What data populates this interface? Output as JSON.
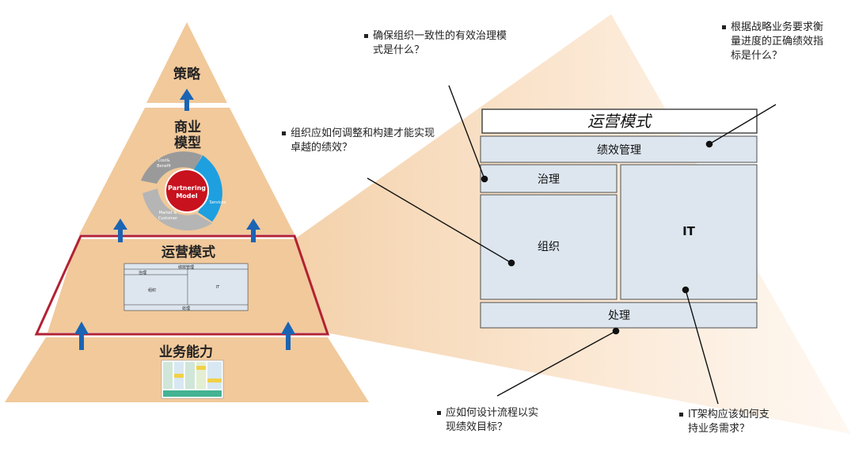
{
  "pyramid": {
    "strategy": "策略",
    "business_model_line1": "商业",
    "business_model_line2": "模型",
    "operating_model": "运营模式",
    "business_capability": "业务能力",
    "cycle": {
      "center": "Partnering Model",
      "center_line1": "Partnering",
      "center_line2": "Model",
      "seg_top": "Cost & Benefit",
      "seg_top_line1": "Cost&",
      "seg_top_line2": "Benefit",
      "seg_right": "Services",
      "seg_bottom": "Market & Customer",
      "seg_bottom_line1": "Market &",
      "seg_bottom_line2": "Customer"
    },
    "mini_model": {
      "perf": "绩效管理",
      "gov": "治理",
      "org": "组织",
      "it": "IT",
      "proc": "处理"
    }
  },
  "model": {
    "title": "运营模式",
    "performance": "绩效管理",
    "governance": "治理",
    "organization": "组织",
    "it": "IT",
    "process": "处理"
  },
  "questions": {
    "governance_q_line1": "确保组织一致性的有效治理模",
    "governance_q_line2": "式是什么？",
    "performance_q_line1": "根据战略业务要求衡",
    "performance_q_line2": "量进度的正确绩效指",
    "performance_q_line3": "标是什么？",
    "organization_q_line1": "组织应如何调整和构建才能实现",
    "organization_q_line2": "卓越的绩效？",
    "process_q_line1": "应如何设计流程以实",
    "process_q_line2": "现绩效目标？",
    "it_q_line1": "IT架构应该如何支",
    "it_q_line2": "持业务需求？"
  },
  "colors": {
    "pyramid_fill": "#f1c99b",
    "frame_red": "#b22233",
    "arrow_blue": "#1a64b4",
    "box_fill": "#dde6ef",
    "box_stroke": "#4d4d4d",
    "wedge": "#fbe9d6",
    "cycle_red": "#c8121e",
    "cycle_blue": "#1e9fe0",
    "cycle_gray": "#9a9a9a"
  }
}
